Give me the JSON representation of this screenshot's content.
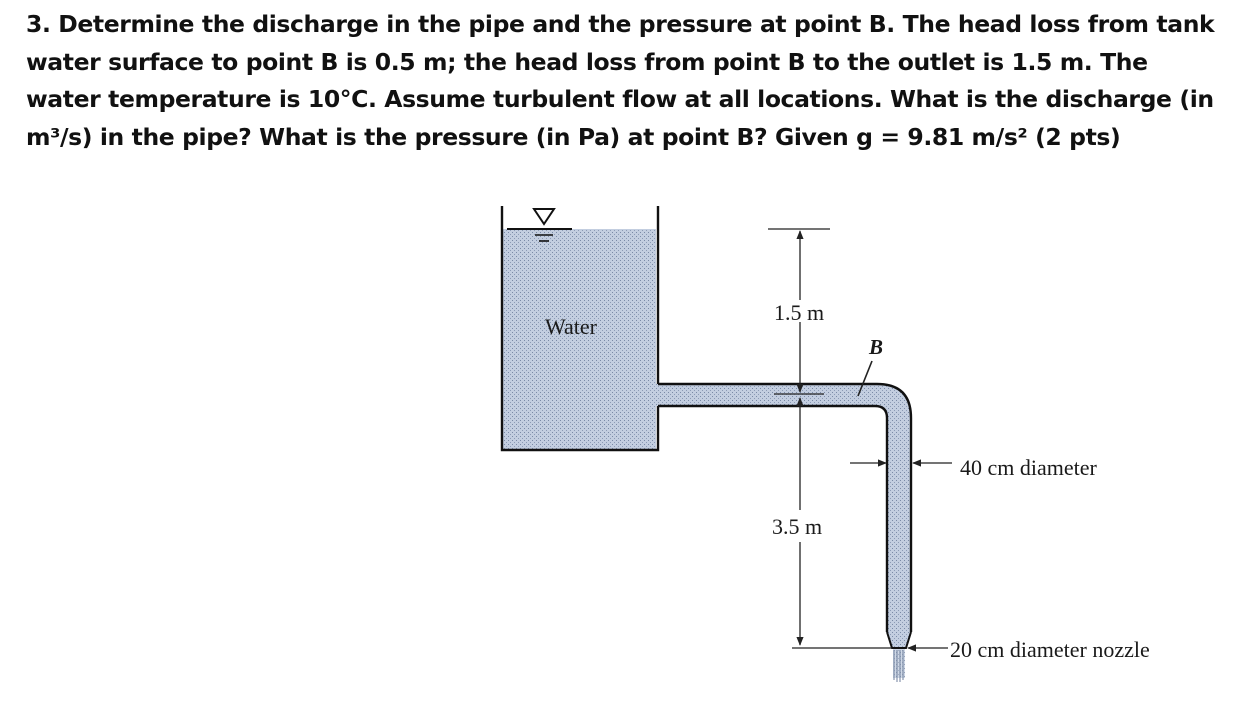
{
  "question": {
    "text": "3. Determine the discharge in the pipe and the pressure at point B. The head loss from tank water surface to point B is 0.5 m; the head loss from point B to the outlet is 1.5 m. The water temperature is 10°C. Assume turbulent flow at all locations. What is the discharge (in m³/s) in the pipe? What is the pressure (in Pa) at point B? Given g = 9.81 m/s² (2 pts)"
  },
  "diagram": {
    "tank_label": "Water",
    "upper_height_label": "1.5 m",
    "point_label": "B",
    "pipe_diameter_label": "40 cm diameter",
    "lower_height_label": "3.5 m",
    "nozzle_label": "20 cm diameter nozzle",
    "water_color": "#b6c3d8"
  }
}
